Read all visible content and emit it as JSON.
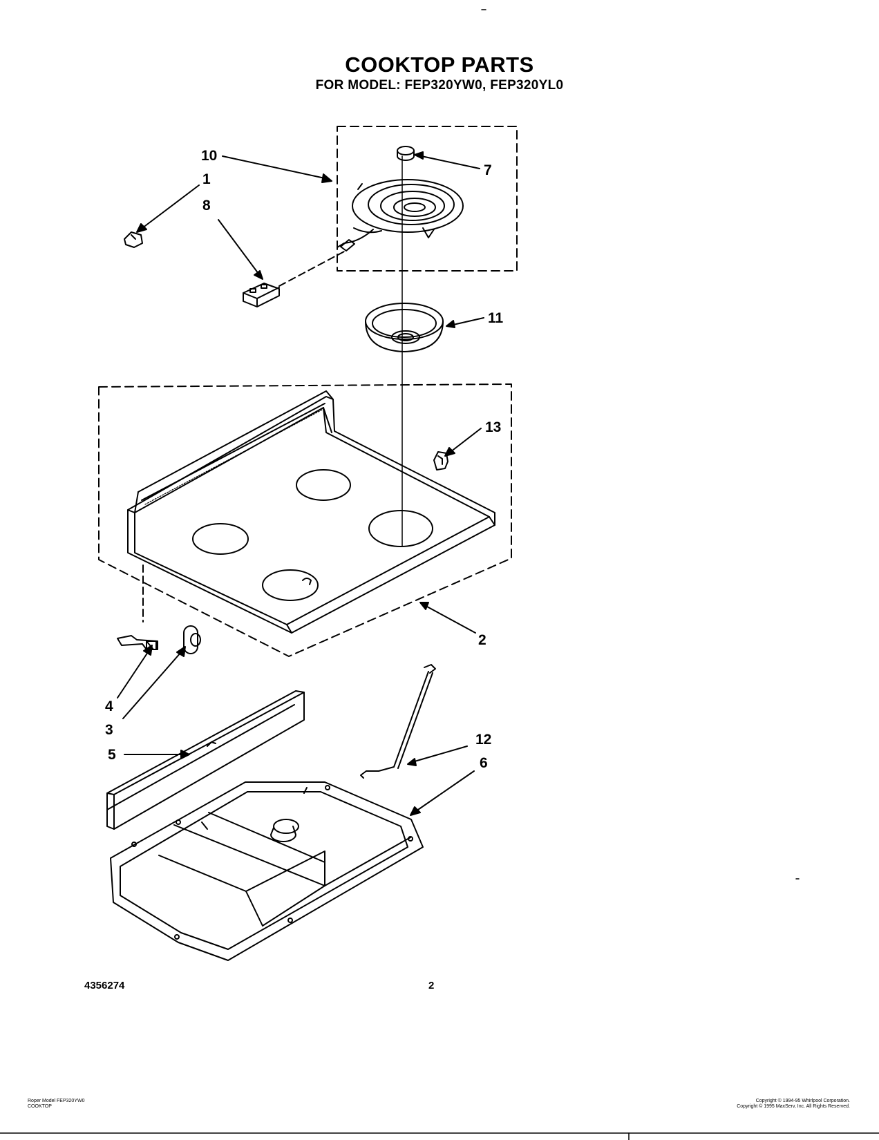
{
  "header": {
    "title": "COOKTOP PARTS",
    "subtitle": "FOR MODEL: FEP320YW0,  FEP320YL0"
  },
  "callouts": [
    "10",
    "1",
    "8",
    "7",
    "11",
    "13",
    "2",
    "4",
    "3",
    "5",
    "12",
    "6"
  ],
  "footer": {
    "doc_number": "4356274",
    "page_number": "2",
    "left_line1": "Roper Model FEP320YW0",
    "left_line2": "COOKTOP",
    "right_line1": "Copyright © 1994-95 Whirlpool Corporation.",
    "right_line2": "Copyright © 1995 MaxServ, Inc.  All Rights Reserved."
  }
}
